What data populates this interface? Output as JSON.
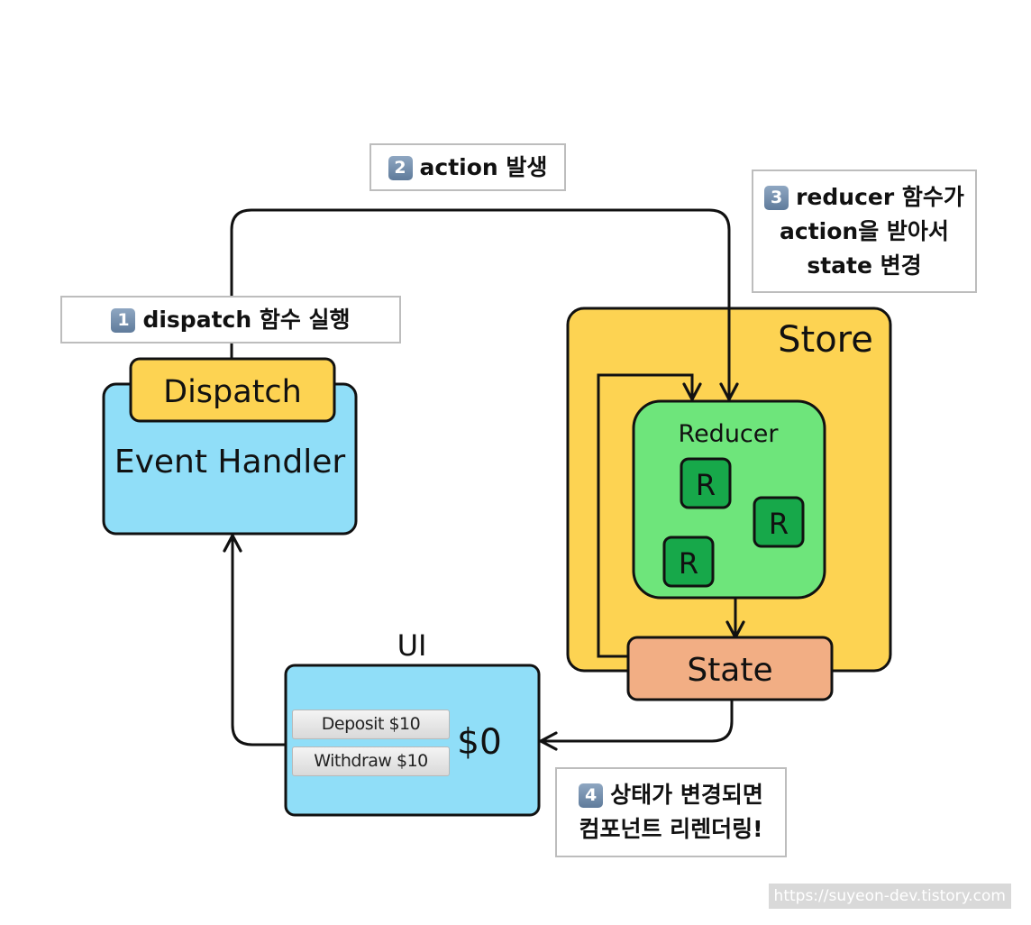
{
  "nodes": {
    "store_label": "Store",
    "reducer_label": "Reducer",
    "reducer_unit_label": "R",
    "state_label": "State",
    "dispatch_label": "Dispatch",
    "event_handler_label": "Event Handler",
    "ui_label": "UI",
    "balance_label": "$0"
  },
  "ui_buttons": {
    "deposit_label": "Deposit $10",
    "withdraw_label": "Withdraw $10"
  },
  "steps": [
    {
      "num": "1",
      "lines": [
        "dispatch 함수 실행"
      ]
    },
    {
      "num": "2",
      "lines": [
        "action 발생"
      ]
    },
    {
      "num": "3",
      "lines": [
        "reducer 함수가",
        "action을 받아서",
        "state 변경"
      ]
    },
    {
      "num": "4",
      "lines": [
        "상태가 변경되면",
        "컴포넌트 리렌더링!"
      ]
    }
  ],
  "watermark": "https://suyeon-dev.tistory.com",
  "colors": {
    "store_fill": "#fdd352",
    "reducer_fill": "#6ee57b",
    "reducer_unit_fill": "#17a84a",
    "state_fill": "#f2ae84",
    "event_handler_fill": "#90def8",
    "ui_fill": "#90def8",
    "dispatch_fill": "#fdd352",
    "step_badge": "#6f8aab"
  }
}
